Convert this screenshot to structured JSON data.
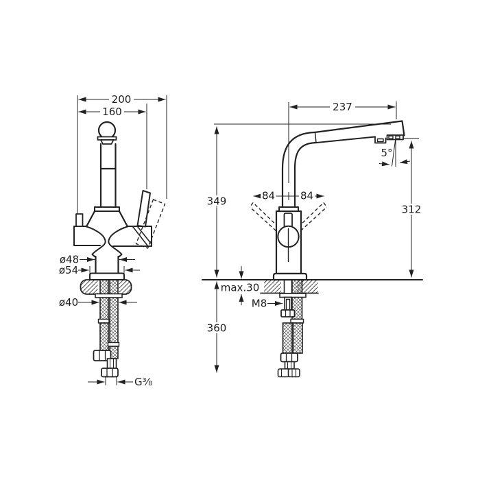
{
  "colors": {
    "background": "#ffffff",
    "line": "#222222"
  },
  "labels": {
    "front": {
      "total_width": "200",
      "spout_width": "160",
      "body_diameter": "ø48",
      "base_diameter": "ø54",
      "shank_diameter": "ø40",
      "hose_thread": "G⅜"
    },
    "side": {
      "spout_reach": "237",
      "spout_angle": "5°",
      "spout_height": "312",
      "total_height": "349",
      "handle_swing_left": "84",
      "handle_swing_right": "84",
      "deck_max_thickness": "max.30",
      "stud_thread": "M8",
      "hose_length": "360"
    }
  }
}
